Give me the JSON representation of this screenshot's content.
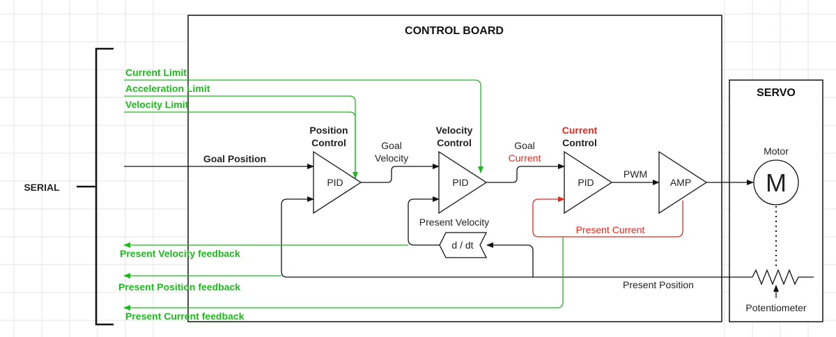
{
  "control_board": {
    "title": "CONTROL BOARD"
  },
  "servo": {
    "title": "SERVO",
    "motor_label": "Motor",
    "motor_symbol": "M",
    "potentiometer_label": "Potentiometer"
  },
  "serial": {
    "label": "SERIAL"
  },
  "limits": {
    "current_limit": "Current Limit",
    "acceleration_limit": "Acceleration Limit",
    "velocity_limit": "Velocity Limit"
  },
  "inputs": {
    "goal_position": "Goal Position"
  },
  "blocks": {
    "position_control": {
      "line1": "Position",
      "line2": "Control",
      "symbol": "PID"
    },
    "velocity_control": {
      "line1": "Velocity",
      "line2": "Control",
      "symbol": "PID"
    },
    "current_control": {
      "line1": "Current",
      "line2": "Control",
      "symbol": "PID"
    },
    "amp": {
      "symbol": "AMP"
    },
    "derivative": {
      "symbol": "d / dt"
    }
  },
  "signals": {
    "goal_velocity_1": "Goal",
    "goal_velocity_2": "Velocity",
    "goal_current_1": "Goal",
    "goal_current_2": "Current",
    "pwm": "PWM",
    "present_velocity": "Present Velocity",
    "present_current": "Present Current",
    "present_position": "Present Position"
  },
  "feedback": {
    "present_velocity": "Present Velocity feedback",
    "present_position": "Present Position feedback",
    "present_current": "Present Current feedback"
  },
  "colors": {
    "green": "#1db91d",
    "red": "#e8261c",
    "black": "#111111"
  }
}
